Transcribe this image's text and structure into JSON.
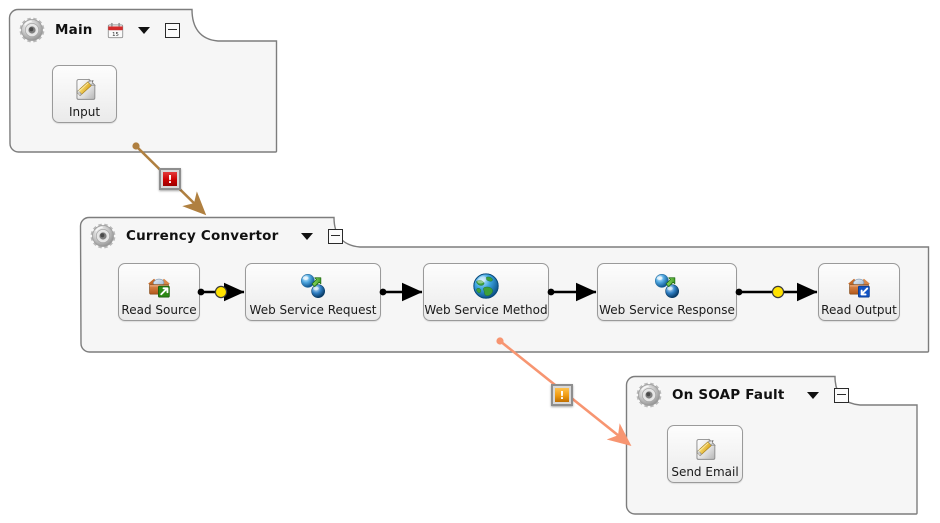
{
  "canvas": {
    "background": "#ffffff",
    "panel_fill": "#f6f6f6",
    "panel_border": "#7d7d7d",
    "node_border": "#9a9a9a",
    "connector_color": "#000000",
    "error_arrow_color": "#b08040",
    "fault_arrow_color": "#f79571",
    "badge_error_color": "#cc0000",
    "badge_fault_color": "#e8920c",
    "waypoint_color": "#ffe200"
  },
  "scopes": [
    {
      "id": "main",
      "title": "Main",
      "icon": "process-gear-icon",
      "has_calendar": true,
      "calendar_icon": "calendar-icon",
      "caret_icon": "chevron-down-icon",
      "collapse_icon": "minimize-icon",
      "nodes": [
        {
          "id": "input",
          "label": "Input",
          "icon": "document-pencil-icon"
        }
      ]
    },
    {
      "id": "currency-convertor",
      "title": "Currency Convertor",
      "icon": "process-gear-icon",
      "has_calendar": false,
      "caret_icon": "chevron-down-icon",
      "collapse_icon": "minimize-icon",
      "nodes": [
        {
          "id": "read-source",
          "label": "Read Source",
          "icon": "open-box-out-icon"
        },
        {
          "id": "web-service-request",
          "label": "Web Service Request",
          "icon": "web-service-request-icon"
        },
        {
          "id": "web-service-method",
          "label": "Web Service Method",
          "icon": "globe-icon"
        },
        {
          "id": "web-service-response",
          "label": "Web Service Response",
          "icon": "web-service-response-icon"
        },
        {
          "id": "read-output",
          "label": "Read Output",
          "icon": "open-box-in-icon"
        }
      ]
    },
    {
      "id": "on-soap-fault",
      "title": "On SOAP Fault",
      "icon": "process-gear-icon",
      "has_calendar": false,
      "caret_icon": "chevron-down-icon",
      "collapse_icon": "minimize-icon",
      "nodes": [
        {
          "id": "send-email",
          "label": "Send Email",
          "icon": "document-pencil-icon"
        }
      ]
    }
  ],
  "badges": [
    {
      "id": "error-badge",
      "icon": "error-exclamation-icon",
      "glyph": "!",
      "color": "#cc0000"
    },
    {
      "id": "fault-badge",
      "icon": "warning-exclamation-icon",
      "glyph": "!",
      "color": "#e8920c"
    }
  ],
  "flow": {
    "waypoints": 2,
    "links": [
      {
        "from": "read-source",
        "to": "web-service-request",
        "waypoint": true
      },
      {
        "from": "web-service-request",
        "to": "web-service-method",
        "waypoint": false
      },
      {
        "from": "web-service-method",
        "to": "web-service-response",
        "waypoint": false
      },
      {
        "from": "web-service-response",
        "to": "read-output",
        "waypoint": true
      },
      {
        "from": "main",
        "to": "currency-convertor",
        "kind": "error"
      },
      {
        "from": "currency-convertor",
        "to": "on-soap-fault",
        "kind": "fault"
      }
    ]
  }
}
